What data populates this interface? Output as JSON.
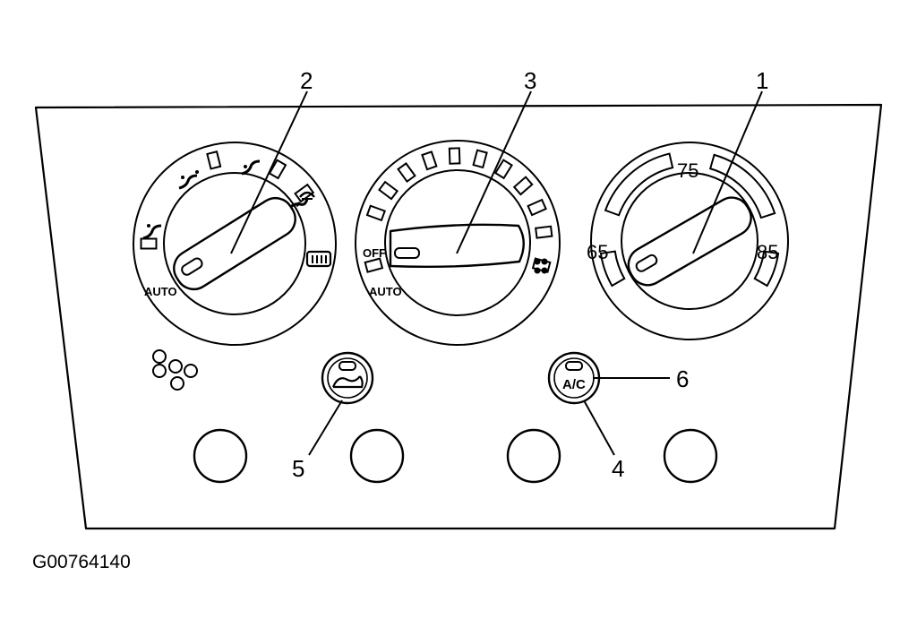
{
  "figure_id": "G00764140",
  "callouts": {
    "temperature_knob": "1",
    "mode_knob": "2",
    "fan_knob": "3",
    "ac_button": "4",
    "recirc_button": "5",
    "indicator_light": "6"
  },
  "mode_knob": {
    "auto_label": "AUTO"
  },
  "fan_knob": {
    "off_label": "OFF",
    "auto_label": "AUTO"
  },
  "temperature_knob": {
    "low_label": "65",
    "mid_label": "75",
    "high_label": "85"
  },
  "ac_button": {
    "label": "A/C"
  }
}
